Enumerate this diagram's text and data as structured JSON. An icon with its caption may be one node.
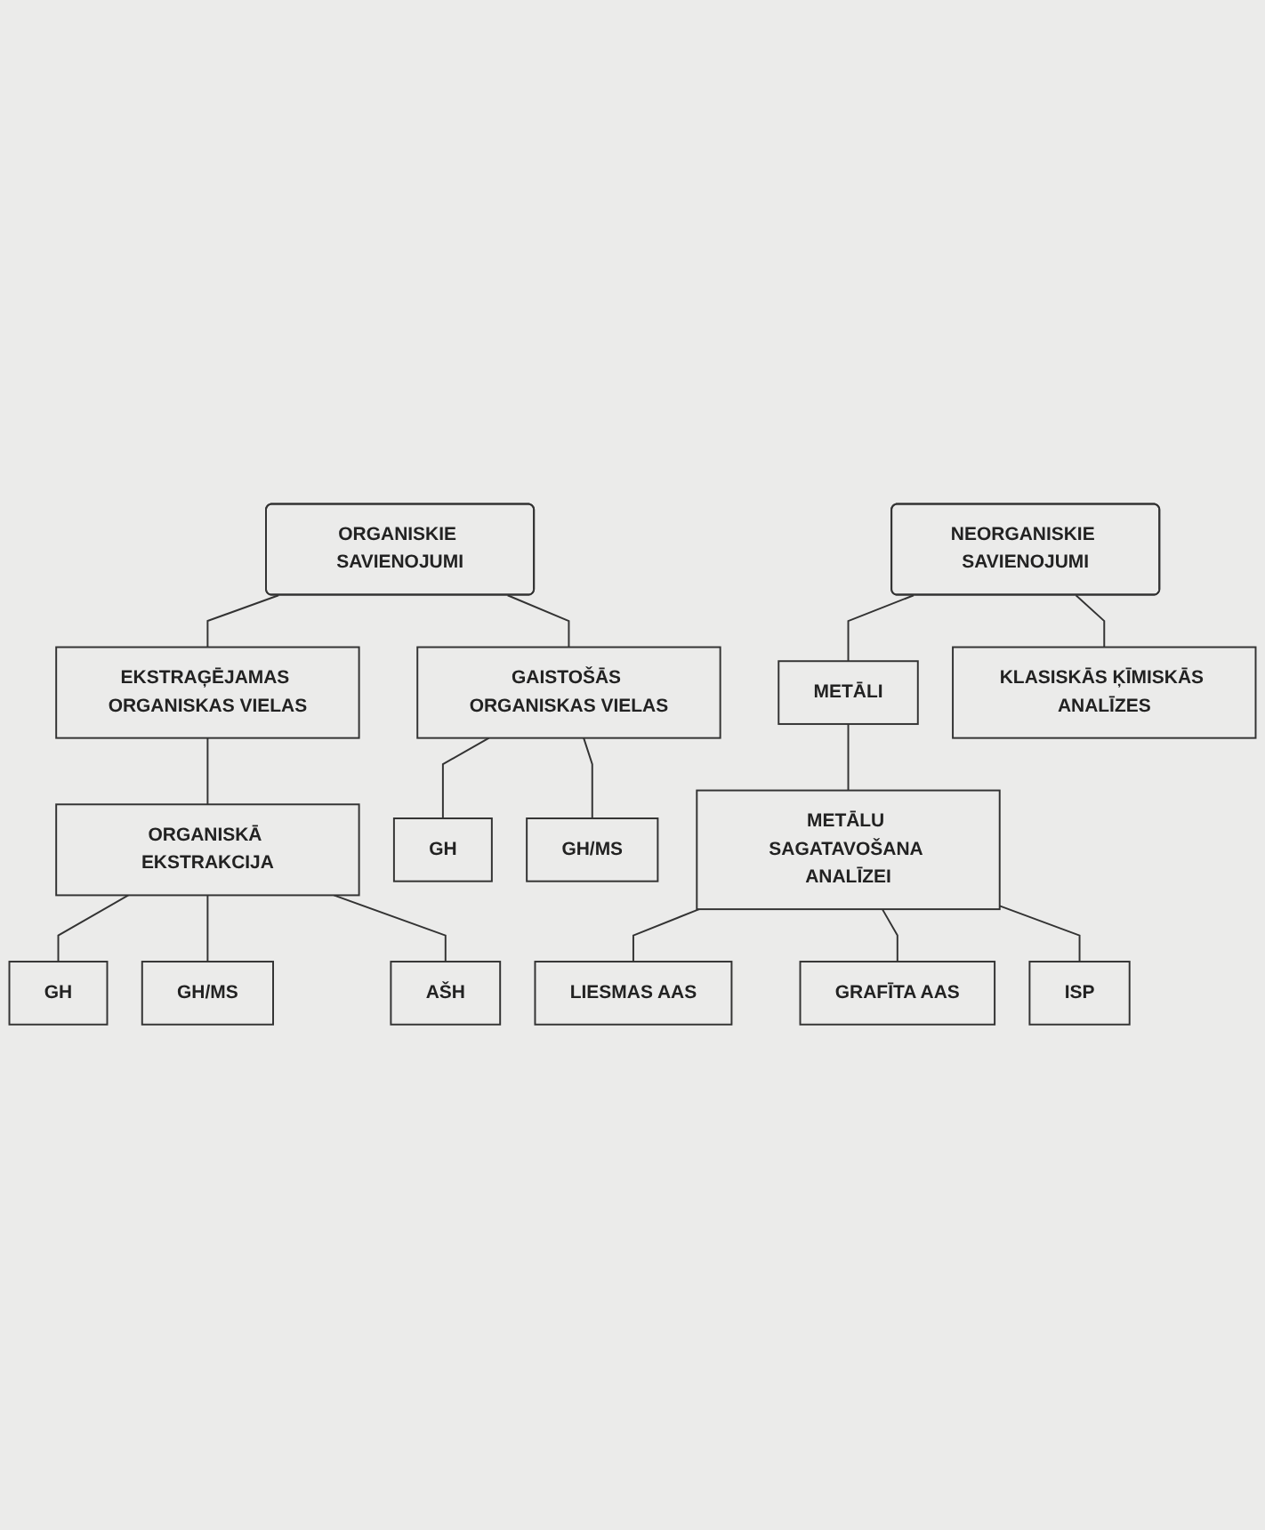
{
  "diagram": {
    "nodes": [
      {
        "text": [
          "ORGANISKIE SAVIENOJUMI"
        ]
      },
      {
        "text": [
          "GAISTOŠĀS ORGANISKAS VIELAS"
        ]
      },
      {
        "text": [
          "EKSTRAĢĒJAMAS ORGANISKAS VIELAS"
        ]
      },
      {
        "text": [
          "ORGANISKĀ EKSTRAKCIJA"
        ]
      },
      {
        "text": [
          "GH"
        ]
      },
      {
        "text": [
          "GH/MS"
        ]
      },
      {
        "text": [
          "GH"
        ]
      },
      {
        "text": [
          "GH/MS"
        ]
      },
      {
        "text": [
          "AŠH"
        ]
      },
      {
        "text": [
          "NEORGANISKIE SAVIENOJUMI"
        ]
      },
      {
        "text": [
          "METĀLI"
        ]
      },
      {
        "text": [
          "KLASISKĀS ĶĪMISKĀS ANALĪZES"
        ]
      },
      {
        "text": [
          "METĀLU SAGATAVOŠANA ANALĪZEI"
        ]
      },
      {
        "text": [
          "LIESMAS AAS"
        ]
      },
      {
        "text": [
          "GRAFĪTA AAS"
        ]
      },
      {
        "text": [
          "ISP"
        ]
      }
    ],
    "edges": [
      {
        "from": 0,
        "to": 1,
        "arrow": "none"
      },
      {
        "from": 0,
        "to": 2,
        "arrow": "none"
      },
      {
        "from": 1,
        "to": 4,
        "arrow": "none"
      },
      {
        "from": 1,
        "to": 5,
        "arrow": "none"
      },
      {
        "from": 2,
        "to": 3,
        "arrow": "none"
      },
      {
        "from": 3,
        "to": 6,
        "arrow": "none"
      },
      {
        "from": 3,
        "to": 7,
        "arrow": "none"
      },
      {
        "from": 3,
        "to": 8,
        "arrow": "none"
      },
      {
        "from": 9,
        "to": 10,
        "arrow": "none"
      },
      {
        "from": 9,
        "to": 11,
        "arrow": "none"
      },
      {
        "from": 10,
        "to": 12,
        "arrow": "none"
      },
      {
        "from": 12,
        "to": 13,
        "arrow": "none"
      },
      {
        "from": 12,
        "to": 14,
        "arrow": "none"
      },
      {
        "from": 12,
        "to": 15,
        "arrow": "none"
      }
    ]
  }
}
